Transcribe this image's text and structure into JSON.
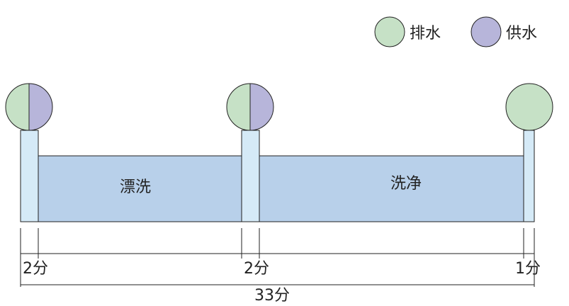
{
  "legend": {
    "items": [
      {
        "label": "排水",
        "color": "#c6e1c6"
      },
      {
        "label": "供水",
        "color": "#b7b5da"
      }
    ]
  },
  "stages": [
    {
      "label": "漂洗"
    },
    {
      "label": "洗净"
    }
  ],
  "durations": {
    "first_gap": "2分",
    "second_gap": "2分",
    "third_gap": "1分",
    "total": "33分"
  },
  "colors": {
    "bath": "#b8d0ea",
    "gap": "#d5eaf7",
    "outline": "#222222",
    "drain": "#c6e1c6",
    "supply": "#b7b5da"
  }
}
